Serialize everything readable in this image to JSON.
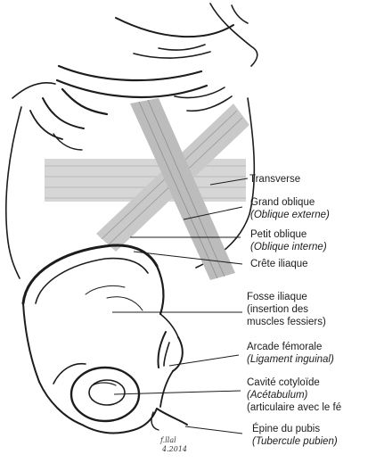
{
  "labels": {
    "transverse": "Transverse",
    "grand_oblique": "Grand oblique",
    "grand_oblique_latin": "(Oblique externe)",
    "petit_oblique": "Petit oblique",
    "petit_oblique_latin": "(Oblique interne)",
    "crete_iliaque": "Crête iliaque",
    "fosse_iliaque": "Fosse iliaque",
    "fosse_iliaque_detail_1": "(insertion des",
    "fosse_iliaque_detail_2": "muscles fessiers)",
    "arcade_femorale": "Arcade fémorale",
    "arcade_femorale_latin": "(Ligament inguinal)",
    "cavite_cotyloide": "Cavité cotyloïde",
    "cavite_cotyloide_latin": "(Acétabulum)",
    "cavite_cotyloide_detail": "(articulaire avec le fé",
    "epine_pubis": "Épine du pubis",
    "epine_pubis_latin": "(Tubercule pubien)"
  },
  "signature": {
    "line_1": "f.llal",
    "line_2": "4.2014"
  },
  "colors": {
    "ink": "#1c1c1c",
    "muscle_fill": "#cfcfcf",
    "muscle_band": "#bdbdbd",
    "background": "#ffffff"
  }
}
